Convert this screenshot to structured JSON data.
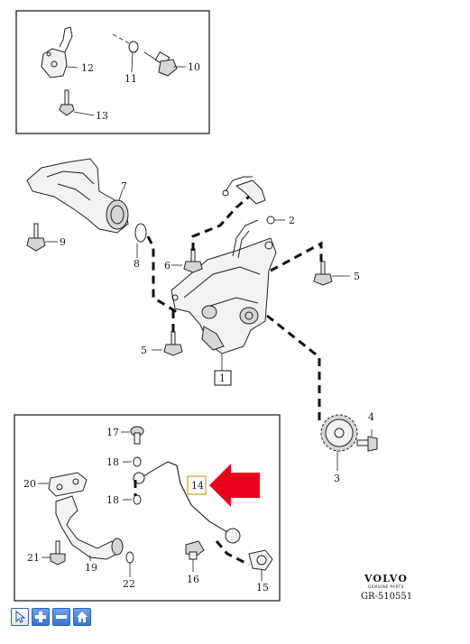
{
  "diagram": {
    "callouts": {
      "c1": "1",
      "c2": "2",
      "c3": "3",
      "c4": "4",
      "c5a": "5",
      "c5b": "5",
      "c6": "6",
      "c7": "7",
      "c8": "8",
      "c9": "9",
      "c10": "10",
      "c11": "11",
      "c12": "12",
      "c13": "13",
      "c14": "14",
      "c15": "15",
      "c16": "16",
      "c17": "17",
      "c18a": "18",
      "c18b": "18",
      "c19": "19",
      "c20": "20",
      "c21": "21",
      "c22": "22"
    },
    "highlight_color": "#e8001c",
    "box_color": "#c9a227"
  },
  "branding": {
    "logo_text": "VOLVO",
    "logo_subtext": "GENUINE PARTS",
    "reference": "GR-510551"
  },
  "toolbar": {
    "buttons": [
      {
        "icon": "pointer-icon"
      },
      {
        "icon": "zoom-in-icon"
      },
      {
        "icon": "zoom-out-icon"
      },
      {
        "icon": "home-icon"
      }
    ]
  }
}
